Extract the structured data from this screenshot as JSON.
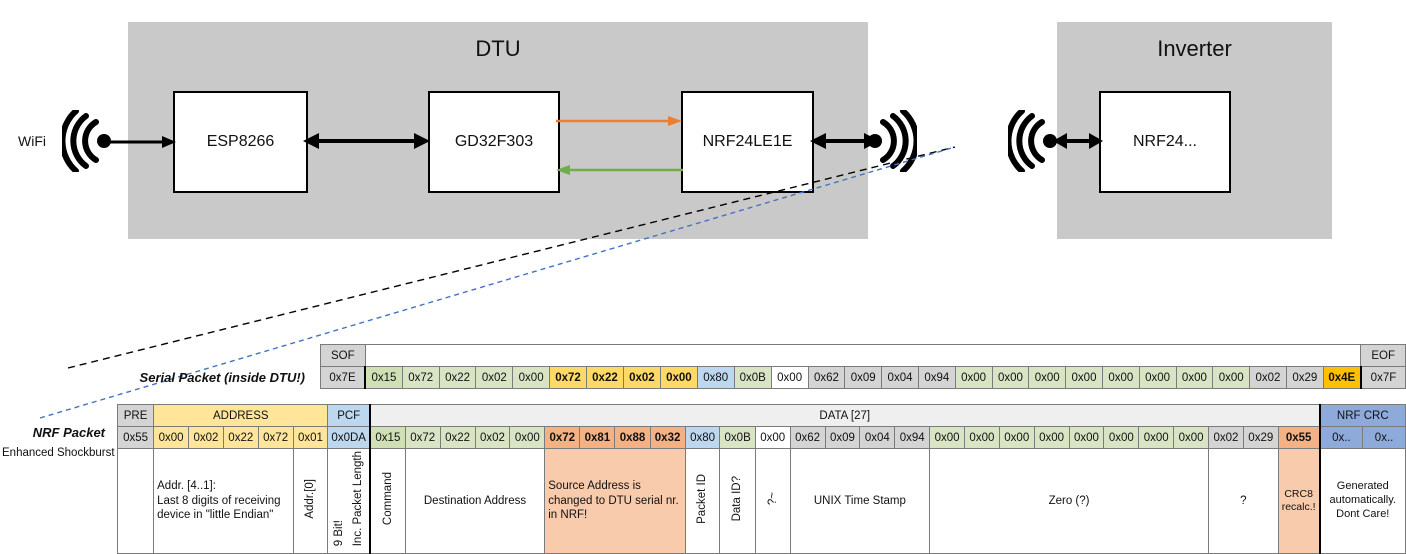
{
  "block_diagram": {
    "dtu": {
      "title": "DTU",
      "chips": [
        {
          "label": "ESP8266"
        },
        {
          "label": "GD32F303"
        },
        {
          "label": "NRF24LE1E"
        }
      ]
    },
    "inverter": {
      "title": "Inverter",
      "chips": [
        {
          "label": "NRF24..."
        }
      ]
    },
    "wifi_label": "WiFi",
    "arrow_colors": {
      "tx": "#ED7D31",
      "rx": "#70AD47",
      "bus": "#000000"
    },
    "callout_colors": {
      "serial": "#000000",
      "nrf": "#4472C4"
    }
  },
  "serial_packet": {
    "label": "Serial Packet (inside DTU!)",
    "sof_header": "SOF",
    "eof_header": "EOF",
    "sof": "0x7E",
    "eof": "0x7F",
    "bytes": [
      {
        "v": "0x15",
        "c": "b-green",
        "bold": false
      },
      {
        "v": "0x72",
        "c": "b-green2",
        "bold": false
      },
      {
        "v": "0x22",
        "c": "b-green2",
        "bold": false
      },
      {
        "v": "0x02",
        "c": "b-green2",
        "bold": false
      },
      {
        "v": "0x00",
        "c": "b-green2",
        "bold": false
      },
      {
        "v": "0x72",
        "c": "b-yellow",
        "bold": true
      },
      {
        "v": "0x22",
        "c": "b-yellow",
        "bold": true
      },
      {
        "v": "0x02",
        "c": "b-yellow",
        "bold": true
      },
      {
        "v": "0x00",
        "c": "b-yellow",
        "bold": true
      },
      {
        "v": "0x80",
        "c": "b-blue",
        "bold": false
      },
      {
        "v": "0x0B",
        "c": "b-green2",
        "bold": false
      },
      {
        "v": "0x00",
        "c": "b-white",
        "bold": false
      },
      {
        "v": "0x62",
        "c": "b-grey",
        "bold": false
      },
      {
        "v": "0x09",
        "c": "b-grey",
        "bold": false
      },
      {
        "v": "0x04",
        "c": "b-grey",
        "bold": false
      },
      {
        "v": "0x94",
        "c": "b-grey",
        "bold": false
      },
      {
        "v": "0x00",
        "c": "b-green2",
        "bold": false
      },
      {
        "v": "0x00",
        "c": "b-green2",
        "bold": false
      },
      {
        "v": "0x00",
        "c": "b-green2",
        "bold": false
      },
      {
        "v": "0x00",
        "c": "b-green2",
        "bold": false
      },
      {
        "v": "0x00",
        "c": "b-green2",
        "bold": false
      },
      {
        "v": "0x00",
        "c": "b-green2",
        "bold": false
      },
      {
        "v": "0x00",
        "c": "b-green2",
        "bold": false
      },
      {
        "v": "0x00",
        "c": "b-green2",
        "bold": false
      },
      {
        "v": "0x02",
        "c": "b-grey",
        "bold": false
      },
      {
        "v": "0x29",
        "c": "b-grey",
        "bold": false
      },
      {
        "v": "0x4E",
        "c": "b-amber",
        "bold": true
      }
    ]
  },
  "nrf_packet": {
    "label": "NRF Packet",
    "sublabel": "Enhanced Shockburst",
    "headers": {
      "pre": "PRE",
      "address": "ADDRESS",
      "pcf": "PCF",
      "data": "DATA [27]",
      "crc": "NRF CRC"
    },
    "pre": "0x55",
    "address": [
      "0x00",
      "0x02",
      "0x22",
      "0x72",
      "0x01"
    ],
    "pcf": "0x0DA",
    "bytes": [
      {
        "v": "0x15",
        "c": "b-green",
        "bold": false
      },
      {
        "v": "0x72",
        "c": "b-green2",
        "bold": false
      },
      {
        "v": "0x22",
        "c": "b-green2",
        "bold": false
      },
      {
        "v": "0x02",
        "c": "b-green2",
        "bold": false
      },
      {
        "v": "0x00",
        "c": "b-green2",
        "bold": false
      },
      {
        "v": "0x72",
        "c": "b-orange",
        "bold": true
      },
      {
        "v": "0x81",
        "c": "b-orange",
        "bold": true
      },
      {
        "v": "0x88",
        "c": "b-orange",
        "bold": true
      },
      {
        "v": "0x32",
        "c": "b-orange",
        "bold": true
      },
      {
        "v": "0x80",
        "c": "b-blue",
        "bold": false
      },
      {
        "v": "0x0B",
        "c": "b-green2",
        "bold": false
      },
      {
        "v": "0x00",
        "c": "b-white",
        "bold": false
      },
      {
        "v": "0x62",
        "c": "b-grey",
        "bold": false
      },
      {
        "v": "0x09",
        "c": "b-grey",
        "bold": false
      },
      {
        "v": "0x04",
        "c": "b-grey",
        "bold": false
      },
      {
        "v": "0x94",
        "c": "b-grey",
        "bold": false
      },
      {
        "v": "0x00",
        "c": "b-green2",
        "bold": false
      },
      {
        "v": "0x00",
        "c": "b-green2",
        "bold": false
      },
      {
        "v": "0x00",
        "c": "b-green2",
        "bold": false
      },
      {
        "v": "0x00",
        "c": "b-green2",
        "bold": false
      },
      {
        "v": "0x00",
        "c": "b-green2",
        "bold": false
      },
      {
        "v": "0x00",
        "c": "b-green2",
        "bold": false
      },
      {
        "v": "0x00",
        "c": "b-green2",
        "bold": false
      },
      {
        "v": "0x00",
        "c": "b-green2",
        "bold": false
      },
      {
        "v": "0x02",
        "c": "b-grey",
        "bold": false
      },
      {
        "v": "0x29",
        "c": "b-grey",
        "bold": false
      },
      {
        "v": "0x55",
        "c": "b-orange",
        "bold": true
      }
    ],
    "crc": [
      "0x..",
      "0x.."
    ],
    "descriptions": {
      "address": "Addr. [4..1]:\nLast 8 digits of receiving device in \"little Endian\"",
      "addr0": "Addr.[0]",
      "pcf_bit": "9 Bit!",
      "pcf_len": "Inc. Packet Length",
      "command": "Command",
      "destination": "Destination Address",
      "source": "Source Address is changed to DTU serial nr. in NRF!",
      "packet_id": "Packet ID",
      "data_id": "Data ID?",
      "tilde": "?~",
      "unix": "UNIX Time Stamp",
      "zero": "Zero (?)",
      "question": "?",
      "crc8": "CRC8 recalc.!",
      "generated": "Generated automatically. Dont Care!"
    }
  }
}
